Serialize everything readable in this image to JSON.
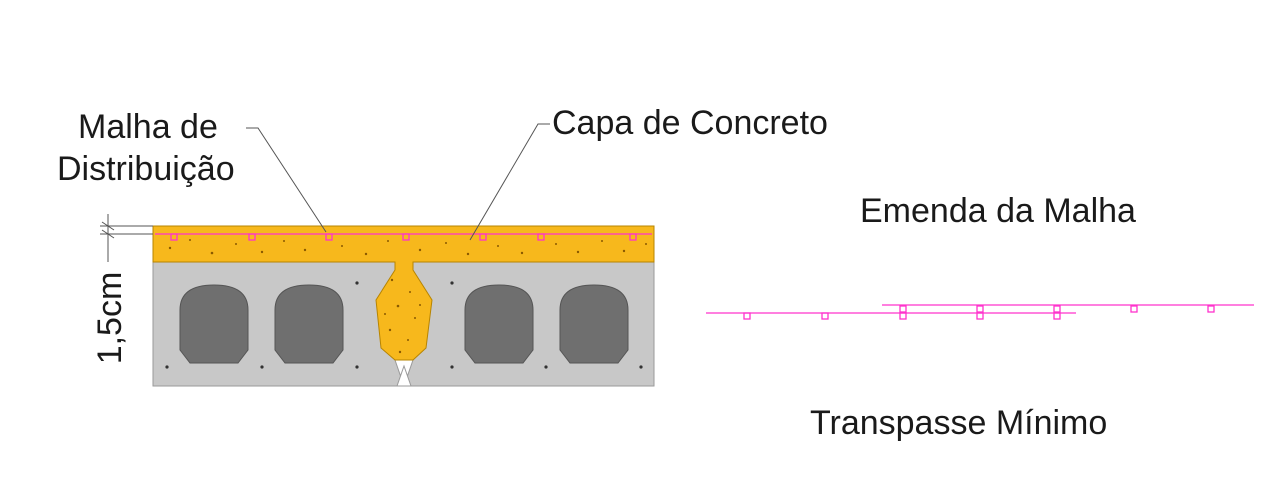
{
  "labels": {
    "malha_line1": "Malha de",
    "malha_line2": "Distribuição",
    "capa": "Capa de Concreto",
    "dimension": "1,5cm",
    "emenda": "Emenda da Malha",
    "transpasse": "Transpasse Mínimo"
  },
  "colors": {
    "topping": "#f7b81c",
    "slab": "#c8c8c8",
    "void": "#6f6f6f",
    "mesh": "#ff33cc",
    "text": "#1a1a1a"
  }
}
